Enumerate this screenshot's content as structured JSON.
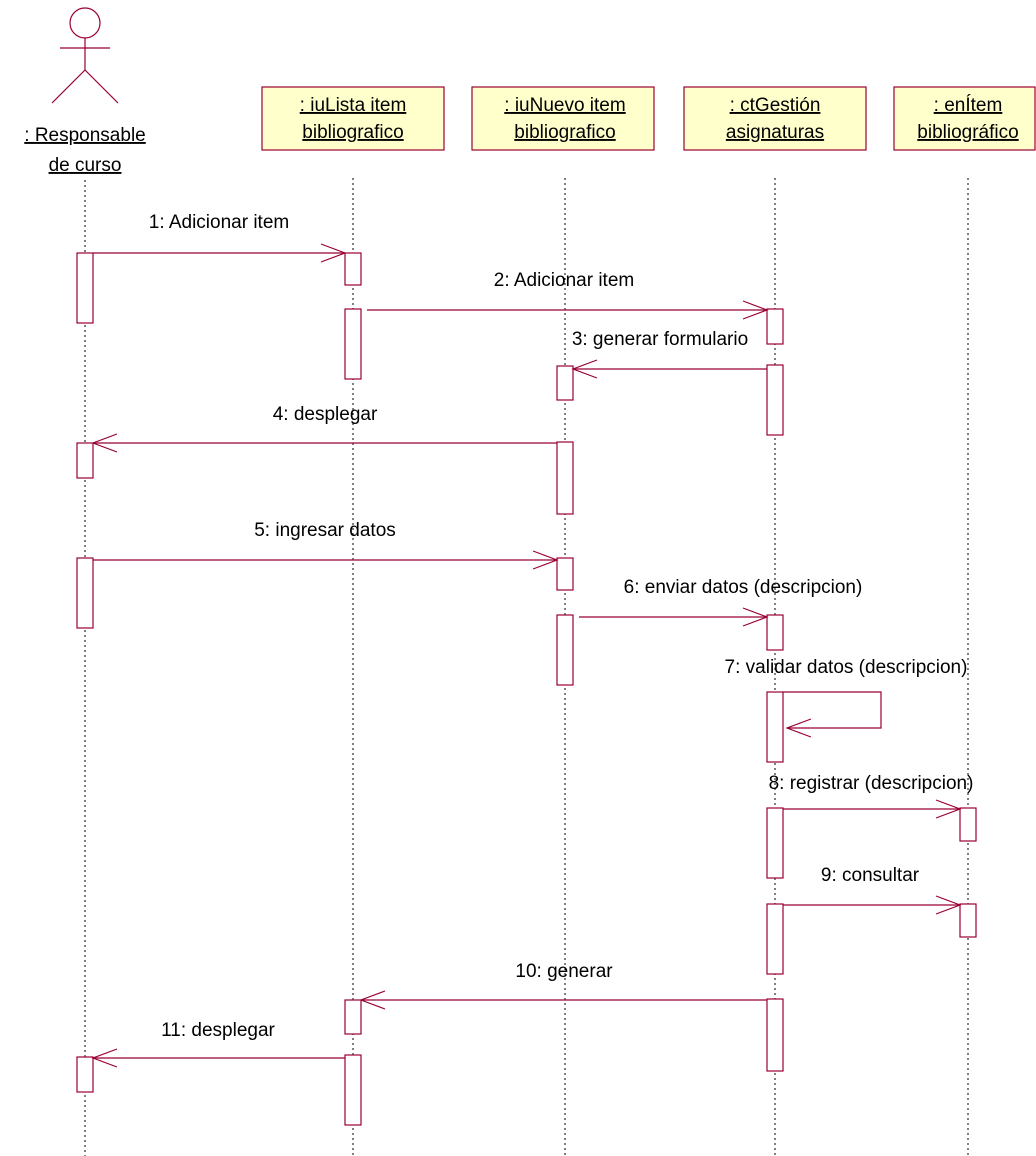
{
  "actor": {
    "name_line1": ": Responsable",
    "name_line2": "de curso"
  },
  "objects": [
    {
      "id": "iulista",
      "line1": ": iuLista item",
      "line2": "bibliografico"
    },
    {
      "id": "iunuevo",
      "line1": ": iuNuevo item",
      "line2": "bibliografico"
    },
    {
      "id": "ctgestion",
      "line1": ": ctGestión",
      "line2": "asignaturas"
    },
    {
      "id": "enitem",
      "line1": ": enÍtem",
      "line2": "bibliográfico"
    }
  ],
  "messages": [
    {
      "label": "1: Adicionar item",
      "from": "actor",
      "to": "iulista"
    },
    {
      "label": "2: Adicionar item",
      "from": "iulista",
      "to": "ctgestion"
    },
    {
      "label": "3: generar formulario",
      "from": "ctgestion",
      "to": "iunuevo"
    },
    {
      "label": "4: desplegar",
      "from": "iunuevo",
      "to": "actor"
    },
    {
      "label": "5: ingresar datos",
      "from": "actor",
      "to": "iunuevo"
    },
    {
      "label": "6: enviar datos (descripcion)",
      "from": "iunuevo",
      "to": "ctgestion"
    },
    {
      "label": "7: validar datos (descripcion)",
      "from": "ctgestion",
      "to": "ctgestion"
    },
    {
      "label": "8: registrar (descripcion)",
      "from": "ctgestion",
      "to": "enitem"
    },
    {
      "label": "9: consultar",
      "from": "ctgestion",
      "to": "enitem"
    },
    {
      "label": "10: generar",
      "from": "ctgestion",
      "to": "iulista"
    },
    {
      "label": "11: desplegar",
      "from": "iulista",
      "to": "actor"
    }
  ],
  "colors": {
    "object_fill": "#ffffcc",
    "object_border": "#990033",
    "message_line": "#990033",
    "lifeline": "#000000"
  }
}
